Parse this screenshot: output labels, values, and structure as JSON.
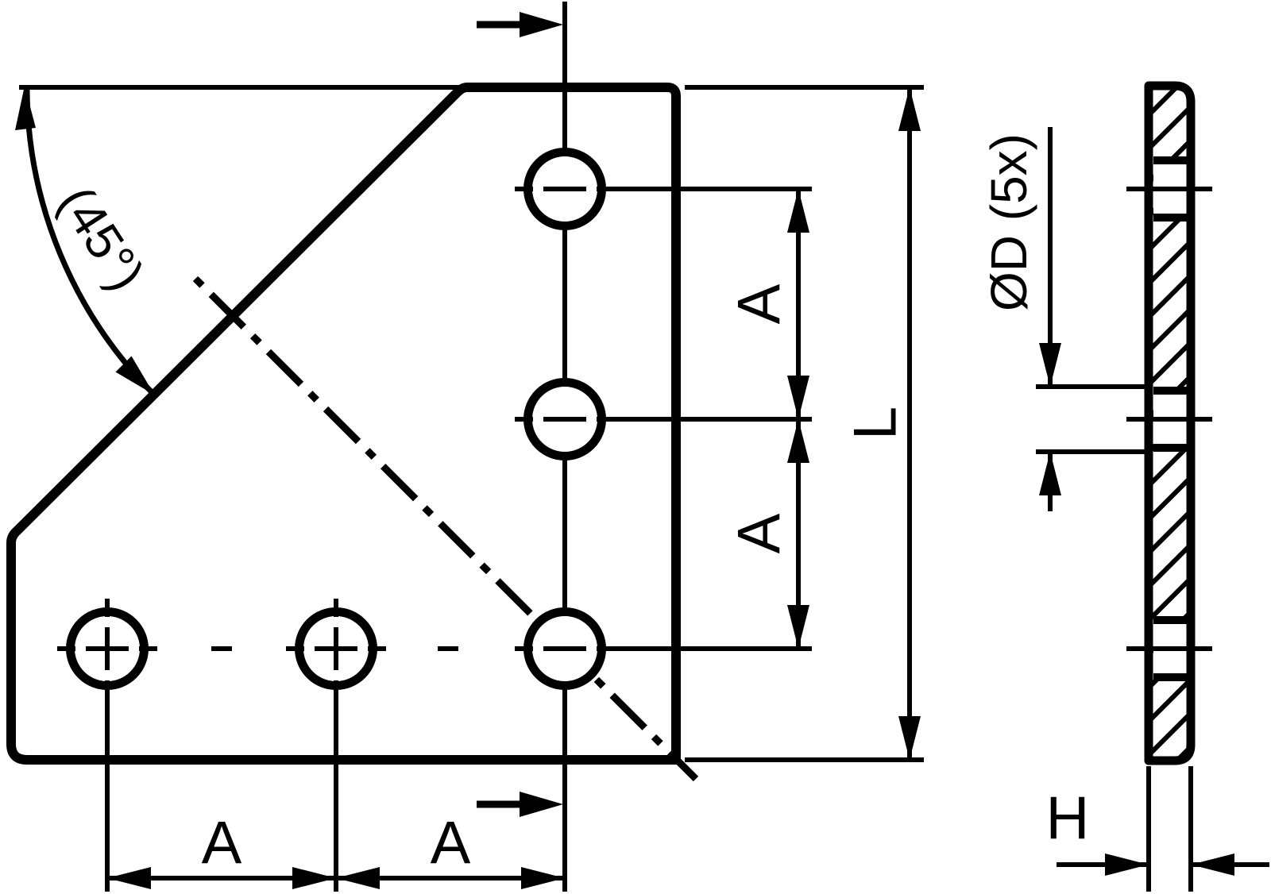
{
  "front_view": {
    "angle_label": "(45°)",
    "vertical_spacing_labels": [
      "A",
      "A"
    ],
    "horizontal_spacing_labels": [
      "A",
      "A"
    ],
    "length_label": "L"
  },
  "side_view": {
    "hole_diameter_label": "ØD (5x)",
    "thickness_label": "H"
  },
  "colors": {
    "line": "#000000",
    "background": "#ffffff"
  }
}
